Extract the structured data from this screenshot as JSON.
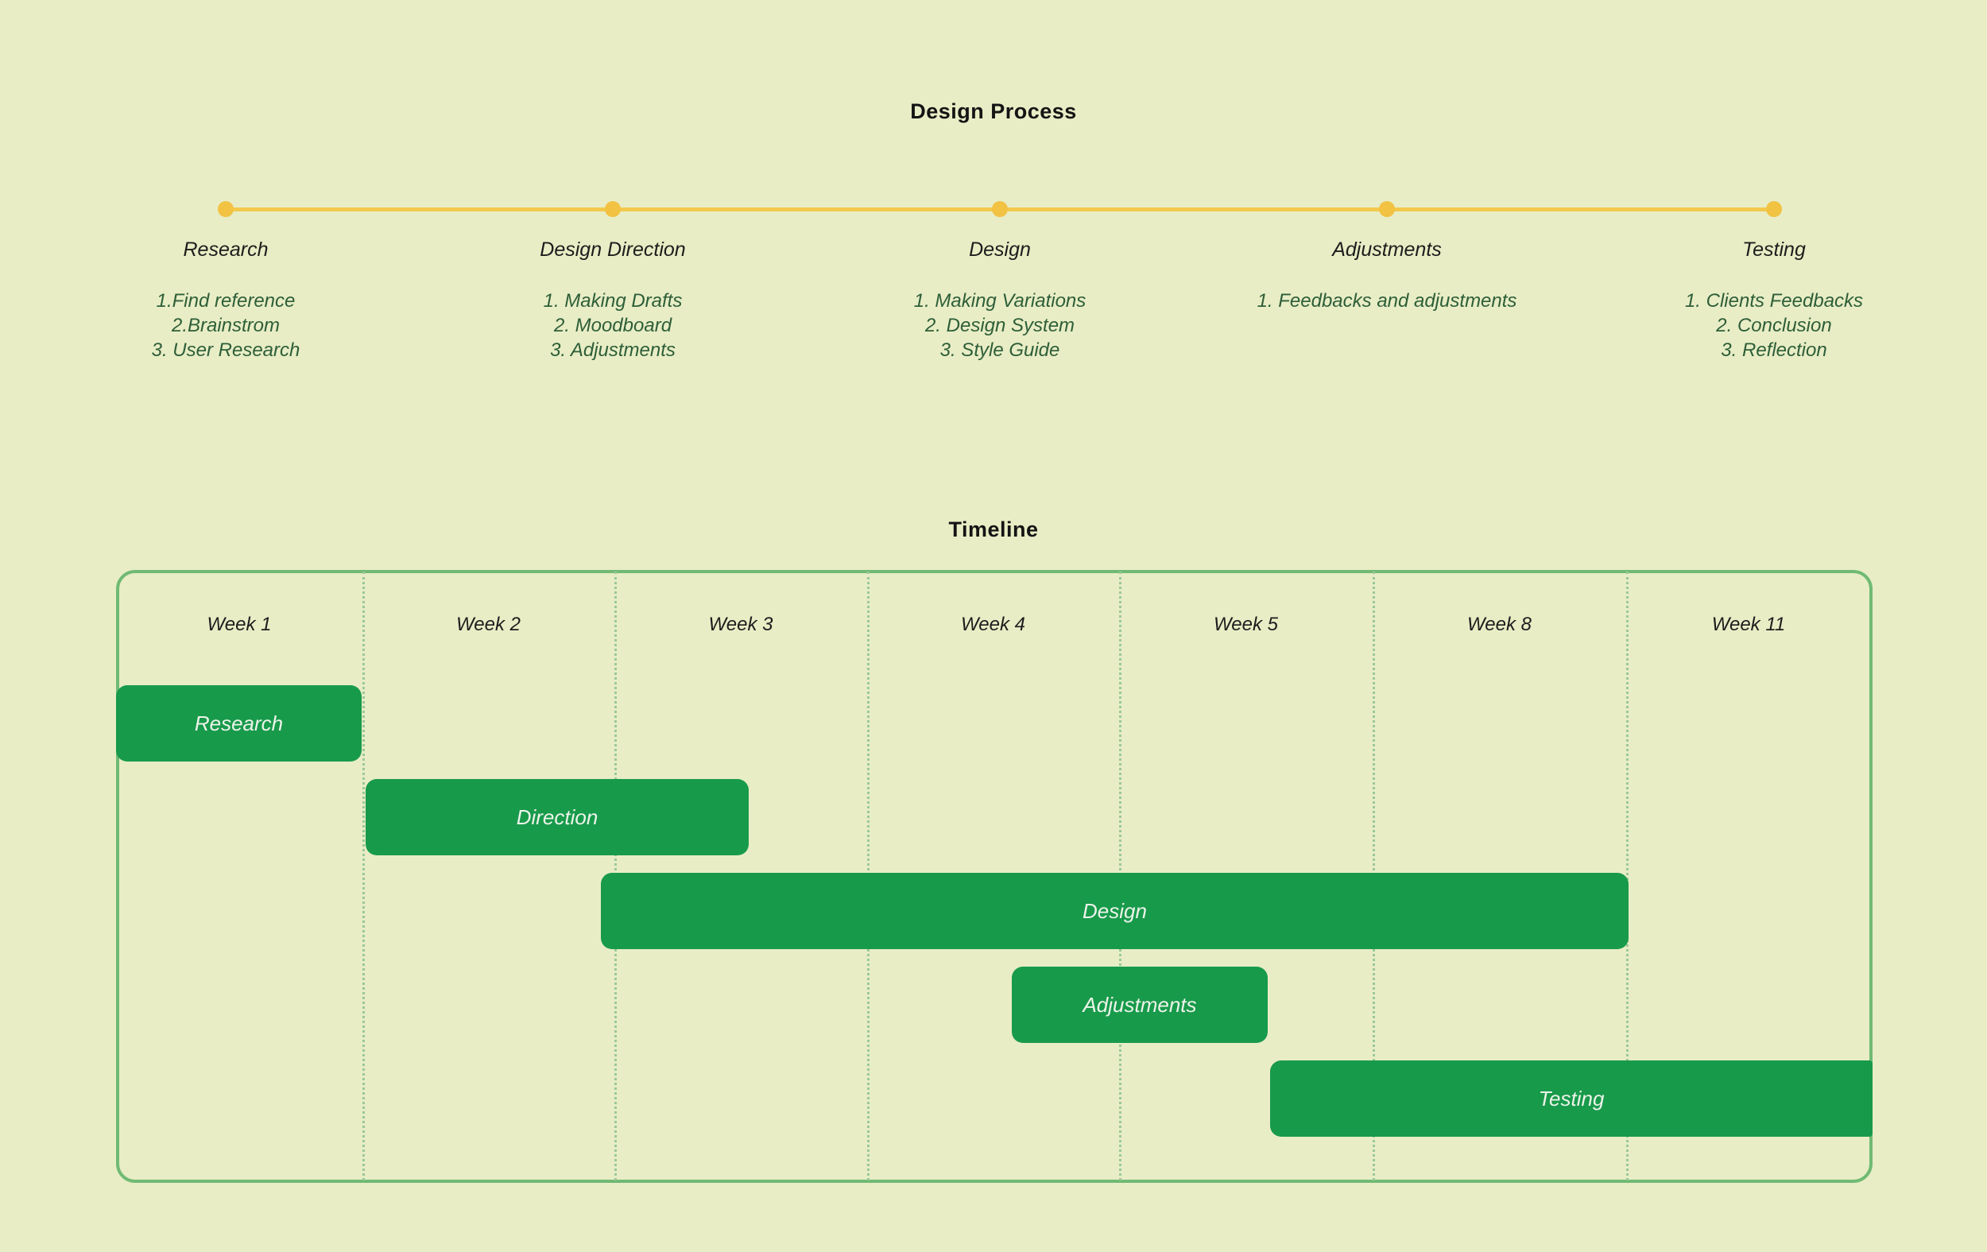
{
  "titles": {
    "process": "Design Process",
    "timeline": "Timeline"
  },
  "colors": {
    "background": "#E8EDC5",
    "milestone_yellow": "#F2C94C",
    "bar_green": "#189A4B",
    "box_border_green": "#70BA74",
    "separator_green": "#9AC89A",
    "list_text_green": "#2D5E38",
    "label_dark": "#1D1D1D"
  },
  "process_stages": [
    {
      "label": "Research",
      "items": [
        "1.Find reference",
        "2.Brainstrom",
        "3. User Research"
      ]
    },
    {
      "label": "Design Direction",
      "items": [
        "1. Making Drafts",
        "2. Moodboard",
        "3. Adjustments"
      ]
    },
    {
      "label": "Design",
      "items": [
        "1. Making Variations",
        "2. Design System",
        "3. Style Guide"
      ]
    },
    {
      "label": "Adjustments",
      "items": [
        "1. Feedbacks and adjustments"
      ]
    },
    {
      "label": "Testing",
      "items": [
        "1. Clients Feedbacks",
        "2. Conclusion",
        "3. Reflection"
      ]
    }
  ],
  "timeline": {
    "weeks": [
      "Week 1",
      "Week 2",
      "Week 3",
      "Week 4",
      "Week 5",
      "Week 8",
      "Week 11"
    ],
    "bars": [
      {
        "label": "Research",
        "span": "Week 1"
      },
      {
        "label": "Direction",
        "span": "Week 2 to mid Week 3"
      },
      {
        "label": "Design",
        "span": "Week 3 to end of Week 8"
      },
      {
        "label": "Adjustments",
        "span": "mid Week 4 to mid Week 5"
      },
      {
        "label": "Testing",
        "span": "Week 5 to Week 11"
      }
    ]
  }
}
